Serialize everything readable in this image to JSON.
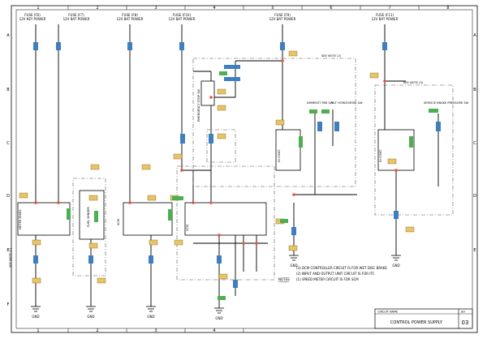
{
  "sheet": {
    "columns": [
      "1",
      "2",
      "3",
      "4",
      "5",
      "6",
      "7",
      "8"
    ],
    "rows": [
      "A",
      "B",
      "C",
      "D",
      "E",
      "F"
    ]
  },
  "fuses": [
    {
      "label": "FUSE (F6)",
      "sub": "12V KEY POWER"
    },
    {
      "label": "FUSE (F7)",
      "sub": "12V BAT POWER"
    },
    {
      "label": "FUSE (F8)",
      "sub": "12V BAT POWER"
    },
    {
      "label": "FUSE (F10)",
      "sub": "12V BAT POWER"
    },
    {
      "label": "FUSE (F9)",
      "sub": "12V BAT POWER"
    },
    {
      "label": "FUSE (F11)",
      "sub": "12V BAT POWER"
    }
  ],
  "see_notes": [
    "SEE NOTE (2)",
    "SEE NOTE (3)",
    "SEE NOTE (1)"
  ],
  "components": {
    "meter_panel": "METER PANEL",
    "fuel_sender": "FUEL SENDER",
    "scm": "SCM",
    "vcm": "VCM",
    "ioc": "IO CONT.",
    "emergency_stop": "EMERGENCY STOP SW",
    "armrest": "ARMREST PAR SW",
    "tilt_horizontal": "TILT HORIZONTAL SW",
    "service_brake": "SERVICE BRAKE PRESSURE SW"
  },
  "gnd": "GND",
  "notes": {
    "heading": "NOTES",
    "items": [
      "(3) DCM CONTROLLER CIRCUIT IS FOR WET DISC BRAKE",
      "(2) INPUT AND OUTPUT UNIT CIRCUIT IS FOR ITC",
      "(1) SPEED METER CIRCUIT IS FOR SCM"
    ]
  },
  "title_block": {
    "circuit_name_label": "CIRCUIT NAME",
    "sh_label": "SH",
    "circuit_name": "CONTROL POWER SUPPLY",
    "sheet_number": "03"
  },
  "colors": {
    "line": "#000000",
    "wire_tag": "#3f7fbf",
    "connector_tag": "#e8c466",
    "pin_tag": "#4caf50",
    "splice": "#e0533c"
  }
}
